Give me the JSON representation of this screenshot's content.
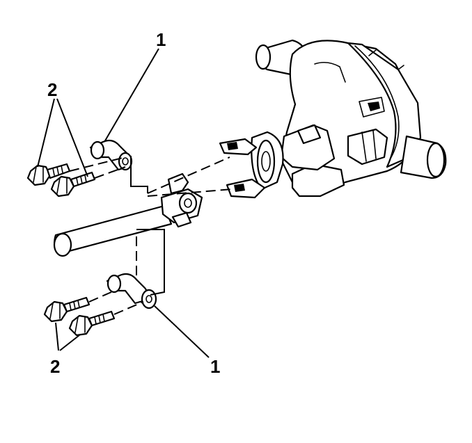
{
  "callouts": {
    "top_one": "1",
    "top_two": "2",
    "bottom_one": "1",
    "bottom_two": "2"
  }
}
